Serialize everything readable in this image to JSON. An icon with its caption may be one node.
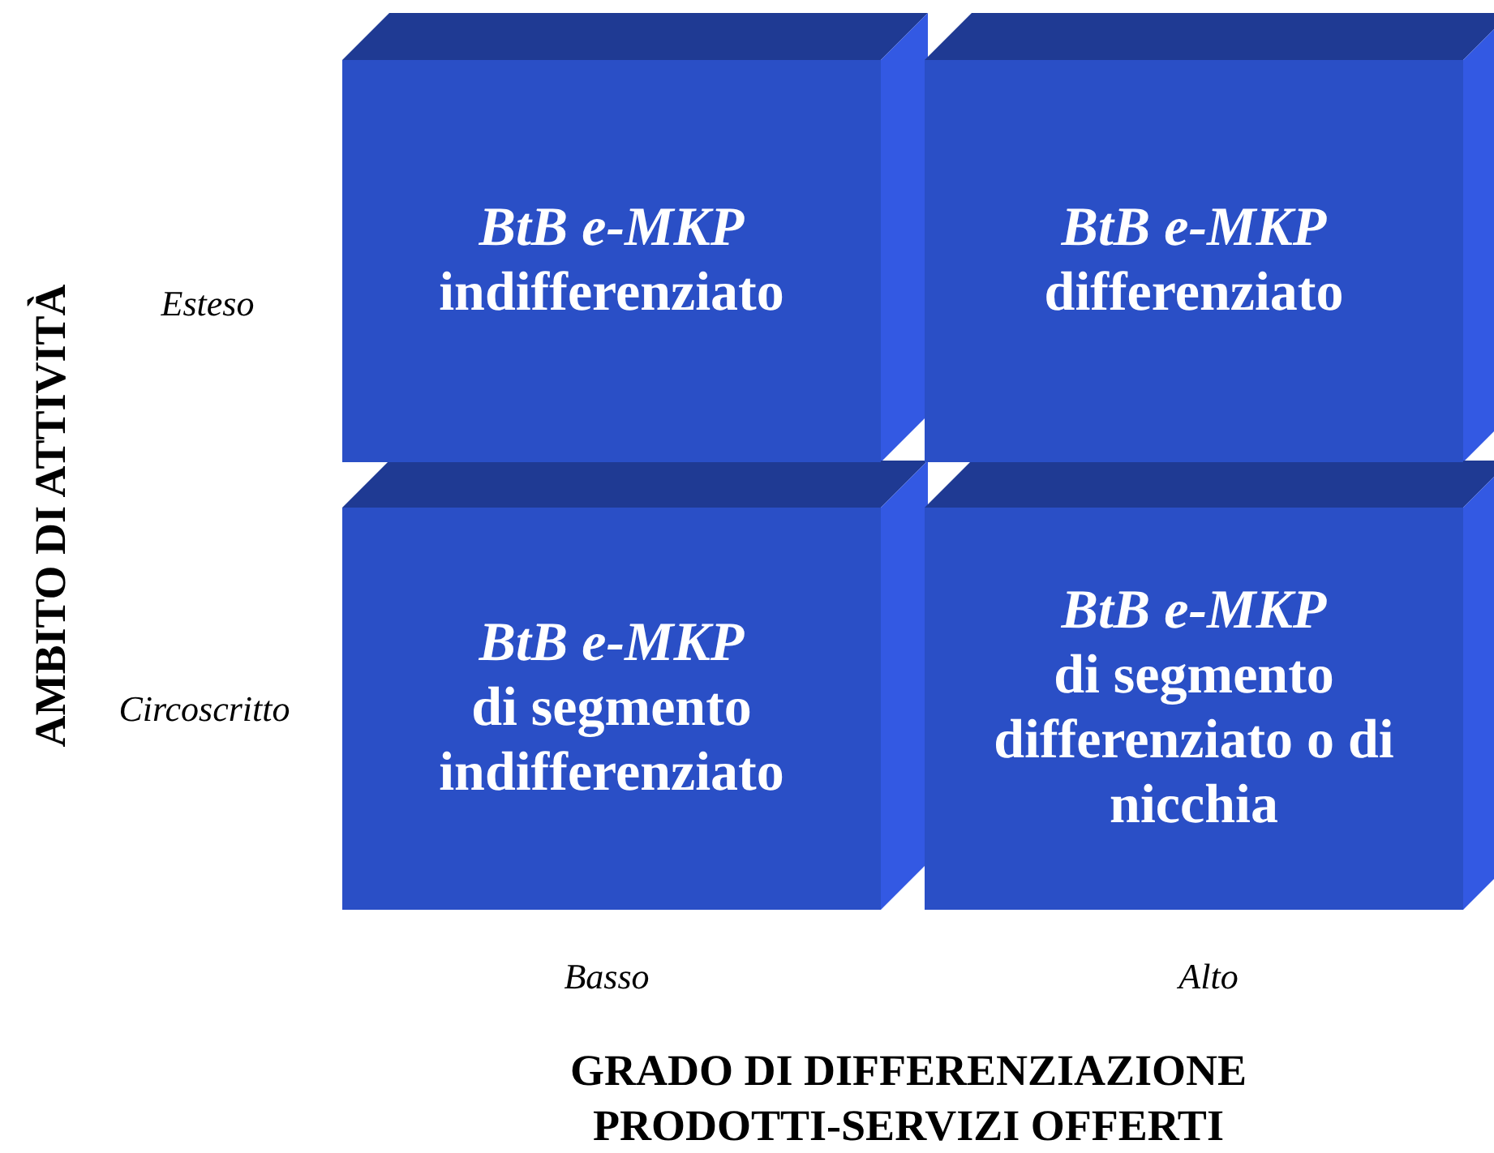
{
  "diagram": {
    "nodes": [
      {
        "text": [
          "BtB e-MKP",
          "indifferenziato"
        ]
      },
      {
        "text": [
          "BtB e-MKP",
          "differenziato"
        ]
      },
      {
        "text": [
          "BtB e-MKP",
          "di segmento indifferenziato"
        ]
      },
      {
        "text": [
          "BtB e-MKP",
          "di segmento differenziato o di nicchia"
        ]
      }
    ],
    "labels": [
      "AMBITO DI ATTIVITÀ",
      "Esteso",
      "Circoscritto",
      "Basso",
      "Alto",
      "GRADO DI DIFFERENZIAZIONE PRODOTTI-SERVIZI OFFERTI"
    ]
  }
}
